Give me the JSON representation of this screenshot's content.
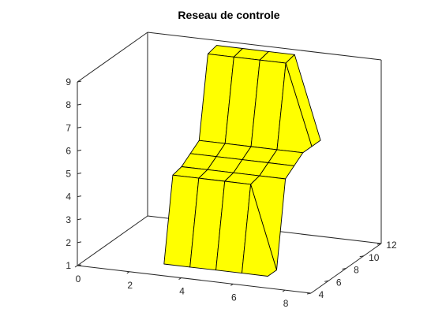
{
  "chart_data": {
    "type": "surface3d",
    "title": "Reseau de controle",
    "xlabel": "",
    "ylabel": "",
    "zlabel": "",
    "xlim": [
      0,
      9
    ],
    "ylim": [
      4,
      12
    ],
    "zlim": [
      1,
      9
    ],
    "x_ticks": [
      0,
      2,
      4,
      6,
      8
    ],
    "y_ticks": [
      4,
      6,
      8,
      10,
      12
    ],
    "z_ticks": [
      1,
      2,
      3,
      4,
      5,
      6,
      7,
      8,
      9
    ],
    "face_color": "#ffff00",
    "edge_color": "#000000",
    "grid": false,
    "x": [
      3,
      4,
      5,
      6,
      7
    ],
    "y": [
      5,
      6,
      7,
      8,
      9,
      10,
      11
    ],
    "z": [
      [
        1.2,
        4.8,
        4.9,
        5.2,
        5.5,
        9.0,
        9.1
      ],
      [
        1.2,
        4.8,
        4.9,
        5.2,
        5.5,
        9.0,
        9.1
      ],
      [
        1.2,
        4.8,
        4.9,
        5.2,
        5.5,
        9.0,
        9.1
      ],
      [
        1.2,
        4.8,
        4.9,
        5.2,
        5.5,
        9.0,
        9.1
      ],
      [
        1.2,
        1.2,
        4.9,
        5.2,
        5.5,
        5.5,
        5.5
      ]
    ]
  }
}
